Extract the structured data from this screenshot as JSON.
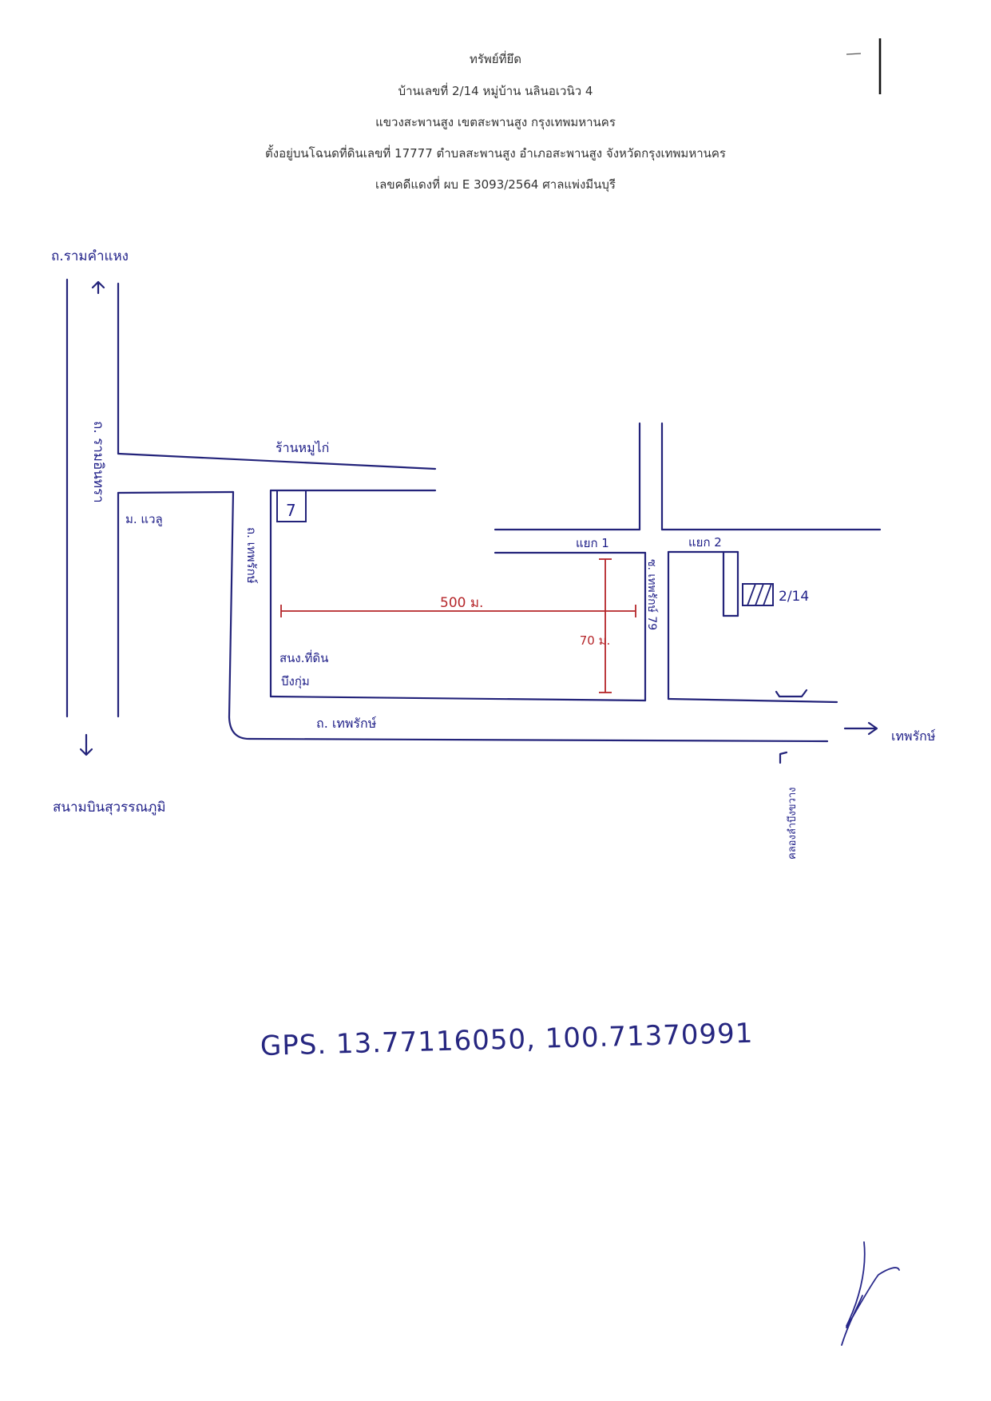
{
  "header": {
    "title": "ทรัพย์ที่ยึด",
    "address_line": "บ้านเลขที่  2/14 หมู่บ้าน นลินอเวนิว 4",
    "district_line": "แขวงสะพานสูง เขตสะพานสูง  กรุงเทพมหานคร",
    "deed_line": "ตั้งอยู่บนโฉนดที่ดินเลขที่ 17777 ตำบลสะพานสูง อำเภอสะพานสูง จังหวัดกรุงเทพมหานคร",
    "case_line": "เลขคดีแดงที่ ผบ E 3093/2564  ศาลแพ่งมีนบุรี"
  },
  "map": {
    "labels": {
      "ramkhamhaeng_road": "ถ.รามคำแหง",
      "ramintra_road": "ถ. รามอินทรา",
      "suvarnabhumi": "สนามบินสุวรรณภูมิ",
      "moo_baan": "ม. แวลู",
      "chicken_shop": "ร้านหมูไก่",
      "seven_eleven": "7",
      "soi_thep_left": "ถ. เทพรักษ์",
      "branch_1": "แยก 1",
      "branch_2": "แยก 2",
      "soi_thep_79": "ซ. เทพรักษ์ 79",
      "property_no": "2/14",
      "land_office": "สนง.ที่ดิน",
      "land_office_2": "บึงกุ่ม",
      "thep_main_road": "ถ. เทพรักษ์",
      "to_thep": "เทพรักษ์",
      "canal": "คลองลำบึงขวาง"
    },
    "distances": {
      "horizontal": "500 ม.",
      "vertical": "70 ม."
    }
  },
  "gps": {
    "text": "GPS. 13.77116050, 100.71370991"
  },
  "colors": {
    "ink_blue": "#23237a",
    "ink_red": "#b5262a",
    "print_text": "#333333"
  }
}
